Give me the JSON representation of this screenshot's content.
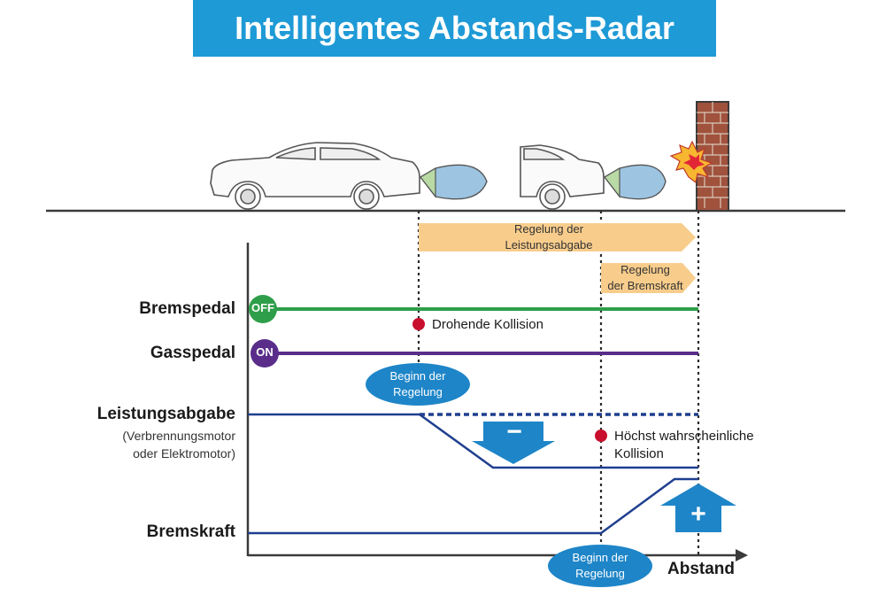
{
  "title": "Intelligentes Abstands-Radar",
  "rows": {
    "brake_pedal": "Bremspedal",
    "gas_pedal": "Gasspedal",
    "power_output": "Leistungsabgabe",
    "power_output_sub_1": "(Verbrennungsmotor",
    "power_output_sub_2": "oder Elektromotor)",
    "brake_force": "Bremskraft"
  },
  "badges": {
    "off": "OFF",
    "on": "ON"
  },
  "phase_arrows": {
    "power_control_1": "Regelung der",
    "power_control_2": "Leistungsabgabe",
    "brake_control_1": "Regelung",
    "brake_control_2": "der Bremskraft"
  },
  "events": {
    "threatening_collision": "Drohende Kollision",
    "likely_collision_1": "Höchst wahrscheinliche",
    "likely_collision_2": "Kollision"
  },
  "bubbles": {
    "start_1_line1": "Beginn der",
    "start_1_line2": "Regelung",
    "start_2_line1": "Beginn der",
    "start_2_line2": "Regelung"
  },
  "signs": {
    "minus": "−",
    "plus": "+"
  },
  "x_axis_label": "Abstand",
  "colors": {
    "title_bg": "#1e9ad6",
    "brake_pedal_line": "#2e9e4a",
    "gas_pedal_line": "#5a2d8a",
    "signal_line": "#1f3f8f",
    "phase_arrow": "#f8cd8c",
    "event_dot": "#c8102e",
    "bubble": "#1e85c8",
    "action_arrow": "#1e85c8"
  }
}
